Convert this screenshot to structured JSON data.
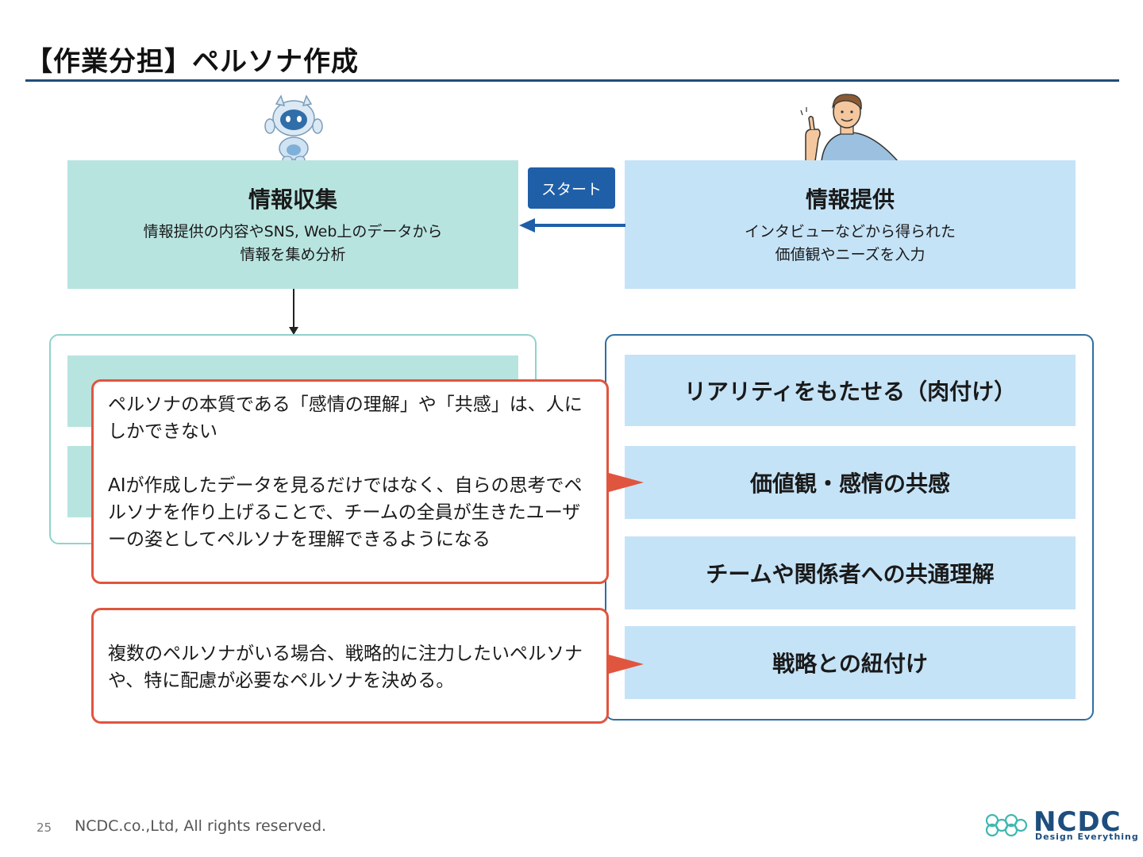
{
  "header": {
    "title": "【作業分担】ペルソナ作成"
  },
  "left_box": {
    "title": "情報収集",
    "desc_line1": "情報提供の内容やSNS, Web上のデータから",
    "desc_line2": "情報を集め分析"
  },
  "right_box": {
    "title": "情報提供",
    "desc_line1": "インタビューなどから得られた",
    "desc_line2": "価値観やニーズを入力"
  },
  "start_label": "スタート",
  "right_items": [
    "リアリティをもたせる（肉付け）",
    "価値観・感情の共感",
    "チームや関係者への共通理解",
    "戦略との紐付け"
  ],
  "callout1": {
    "para1": "ペルソナの本質である「感情の理解」や「共感」は、人にしかできない",
    "para2": "AIが作成したデータを見るだけではなく、自らの思考でペルソナを作り上げることで、チームの全員が生きたユーザーの姿としてペルソナを理解できるようになる"
  },
  "callout2": {
    "text": "複数のペルソナがいる場合、戦略的に注力したいペルソナや、特に配慮が必要なペルソナを決める。"
  },
  "footer": {
    "page_number": "25",
    "copyright": "NCDC.co.,Ltd, All rights reserved.",
    "logo_text": "NCDC",
    "logo_tagline": "Design Everything"
  },
  "colors": {
    "accent_dark_blue": "#1f4e79",
    "teal_fill": "#b8e4e0",
    "light_blue_fill": "#c5e3f7",
    "callout_red": "#e0553e",
    "start_button": "#1f5fa8"
  },
  "icons": [
    "robot-icon",
    "person-thumbs-up-icon",
    "ncdc-logo-icon"
  ]
}
